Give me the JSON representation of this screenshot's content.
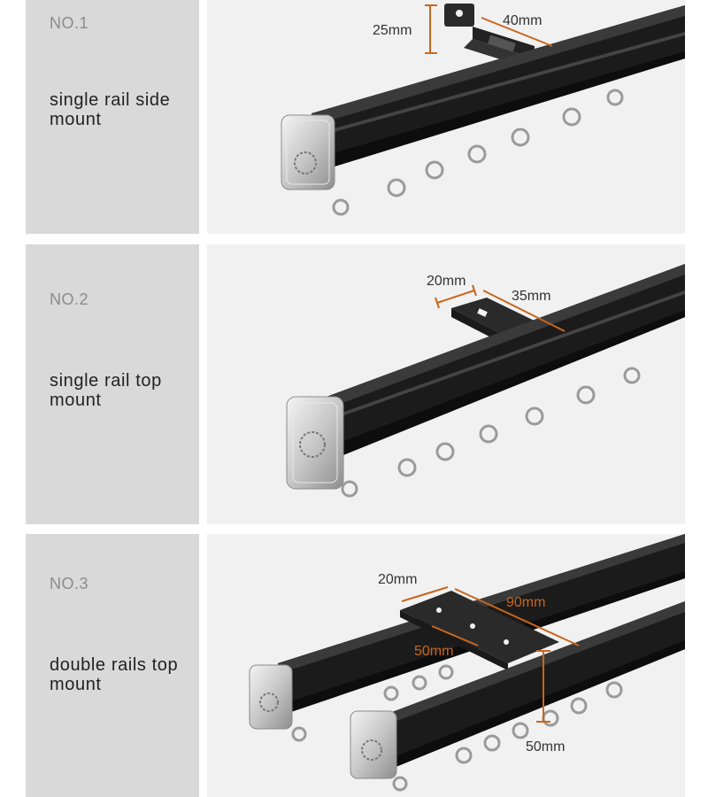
{
  "options": [
    {
      "number": "NO.1",
      "title": "single rail side mount",
      "dimensions": [
        "25mm",
        "40mm"
      ]
    },
    {
      "number": "NO.2",
      "title": "single rail top mount",
      "dimensions": [
        "20mm",
        "35mm"
      ]
    },
    {
      "number": "NO.3",
      "title": "double rails top mount",
      "dimensions": [
        "20mm",
        "90mm",
        "50mm",
        "50mm"
      ]
    }
  ],
  "colors": {
    "label_panel": "#d9d9d9",
    "photo_panel": "#f1f1f1",
    "rail": "#1b1b1b",
    "end_cap": "#c9c9c9",
    "dimension_line": "#c8661e"
  }
}
